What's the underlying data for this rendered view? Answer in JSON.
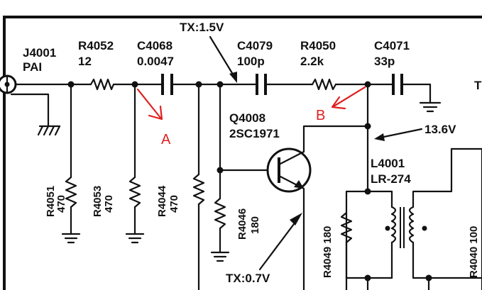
{
  "labels": {
    "j4001_ref": "J4001",
    "j4001_name": "PAI",
    "r4052_ref": "R4052",
    "r4052_val": "12",
    "c4068_ref": "C4068",
    "c4068_val": "0.0047",
    "tx_top": "TX:1.5V",
    "c4079_ref": "C4079",
    "c4079_val": "100p",
    "r4050_ref": "R4050",
    "r4050_val": "2.2k",
    "c4071_ref": "C4071",
    "c4071_val": "33p",
    "edge_t": "T",
    "q4008_ref": "Q4008",
    "q4008_part": "2SC1971",
    "v136": "13.6V",
    "l4001_ref": "L4001",
    "l4001_part": "LR-274",
    "r4051_ref": "R4051",
    "r4051_val": "470",
    "r4053_ref": "R4053",
    "r4053_val": "470",
    "r4044_ref": "R4044",
    "r4044_val": "470",
    "r4046_ref": "R4046",
    "r4046_val": "180",
    "r4049_label": "R4049 180",
    "r4040_label": "R4040 100",
    "tx_bottom": "TX:0.7V"
  },
  "annotations": {
    "a": "A",
    "b": "B"
  },
  "colors": {
    "ink": "#111111",
    "annotation": "#e02020",
    "background": "#ffffff"
  }
}
